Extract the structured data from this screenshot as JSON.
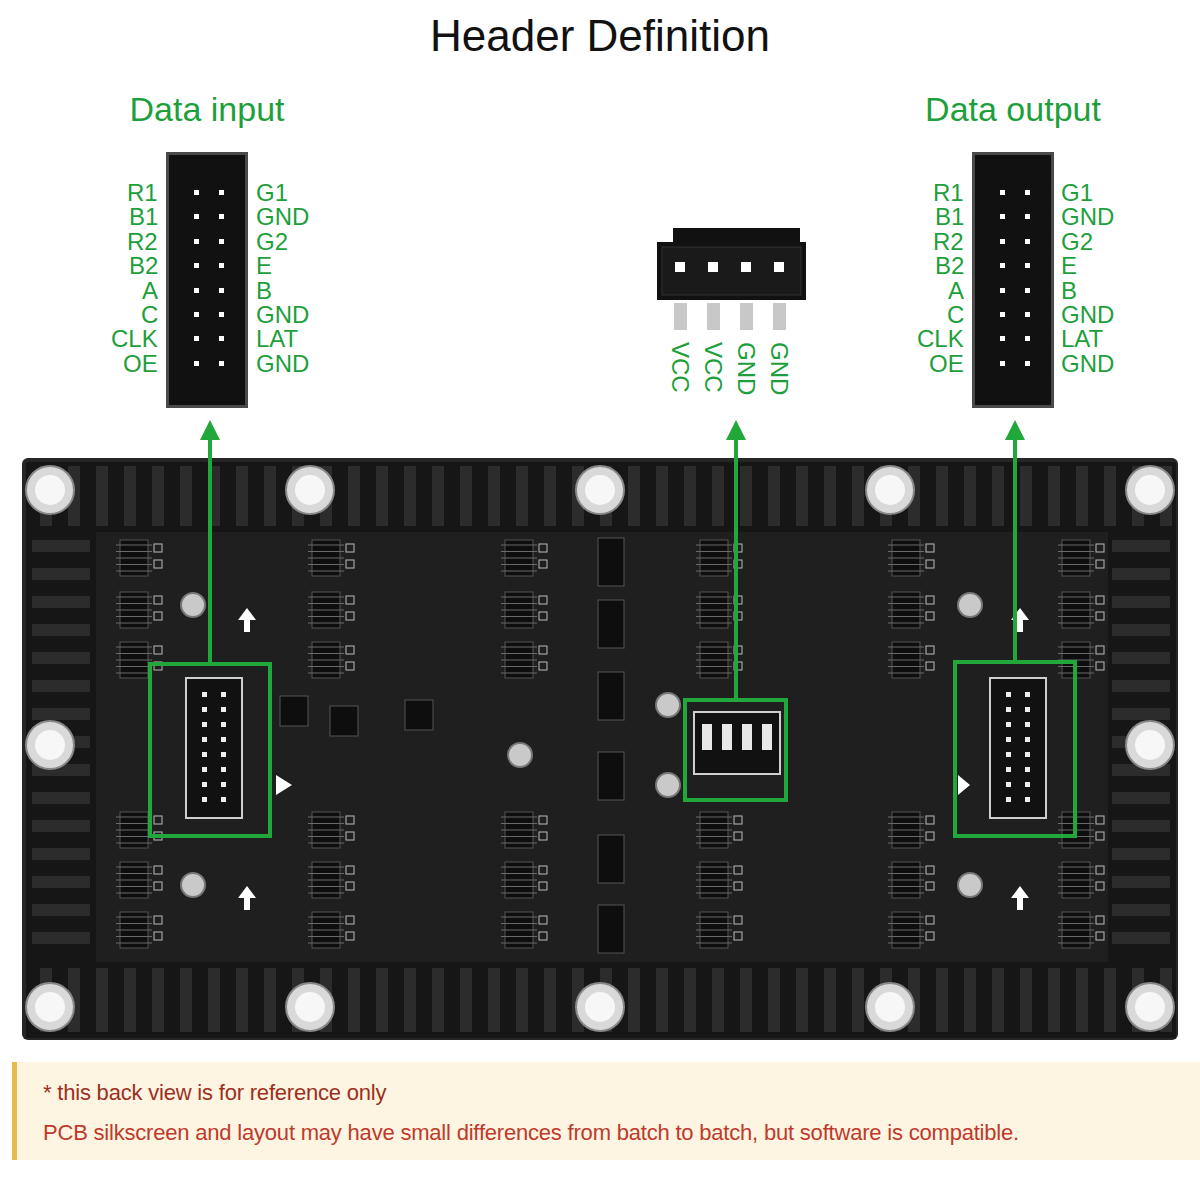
{
  "diagram": {
    "title": "Header Definition",
    "nodes": [
      {
        "text": [
          "Data input"
        ]
      },
      {
        "text": [
          "Data output"
        ]
      },
      {
        "text": [
          "* this back view is for reference only",
          "PCB silkscreen and layout may have small differences from batch to batch, but software is compatible."
        ]
      }
    ],
    "labels": [
      "R1",
      "G1",
      "B1",
      "GND",
      "R2",
      "G2",
      "B2",
      "E",
      "A",
      "B",
      "C",
      "GND",
      "CLK",
      "LAT",
      "OE",
      "GND",
      "VCC",
      "VCC",
      "GND",
      "GND",
      "R1",
      "G1",
      "B1",
      "GND",
      "R2",
      "G2",
      "B2",
      "E",
      "A",
      "B",
      "C",
      "GND",
      "CLK",
      "LAT",
      "OE",
      "GND"
    ]
  }
}
